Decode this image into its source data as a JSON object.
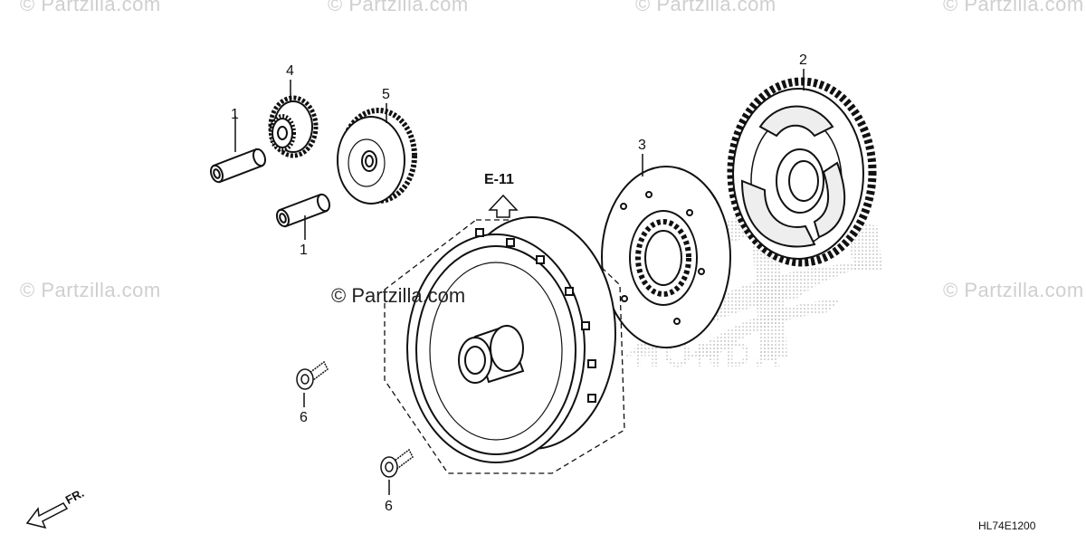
{
  "watermark": {
    "text": "© Partzilla.com",
    "center_text": "© Partzilla.com"
  },
  "diagram": {
    "code": "HL74E1200",
    "reference": "E-11",
    "direction_label": "FR.",
    "brand_logo": "HONDA",
    "callouts": [
      "1",
      "1",
      "2",
      "3",
      "4",
      "5",
      "6",
      "6"
    ]
  },
  "colors": {
    "line": "#111111",
    "watermark": "#cfcfcf",
    "logo_dots": "#bdbdbd"
  }
}
